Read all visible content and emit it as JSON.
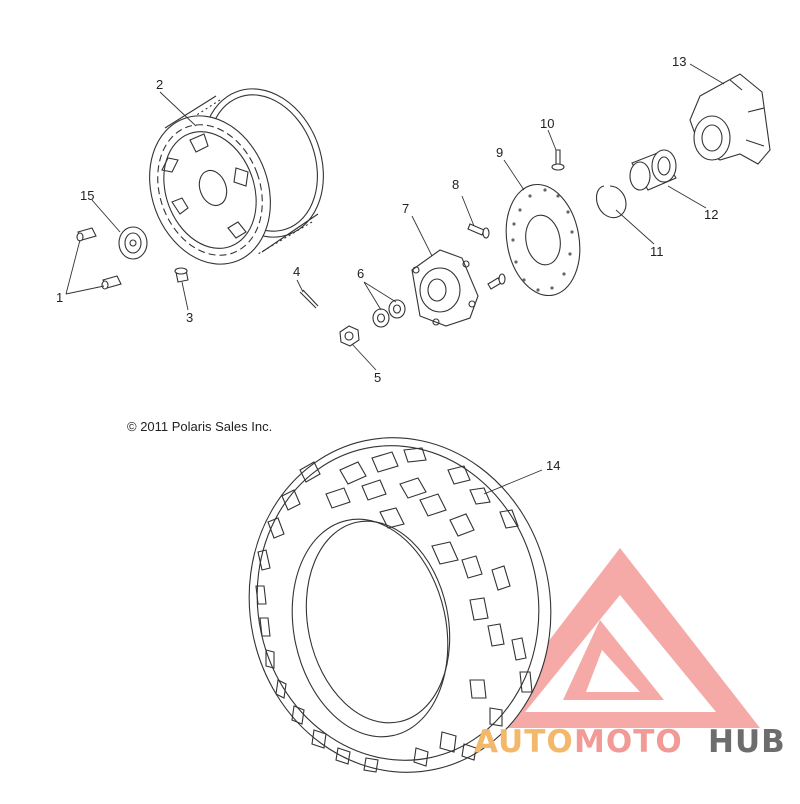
{
  "copyright": "© 2011 Polaris Sales Inc.",
  "callouts": {
    "c1": "1",
    "c2": "2",
    "c3": "3",
    "c4": "4",
    "c5": "5",
    "c6": "6",
    "c7": "7",
    "c8": "8",
    "c9": "9",
    "c10": "10",
    "c11": "11",
    "c12": "12",
    "c13": "13",
    "c14": "14",
    "c15": "15"
  },
  "watermark": {
    "auto": "AUTO",
    "moto": "MOTO",
    "hub": "HUB",
    "colors": {
      "auto": "#f3b86a",
      "moto": "#f19a96",
      "hub": "#6d6d6d",
      "logo": "#f07b77"
    }
  }
}
